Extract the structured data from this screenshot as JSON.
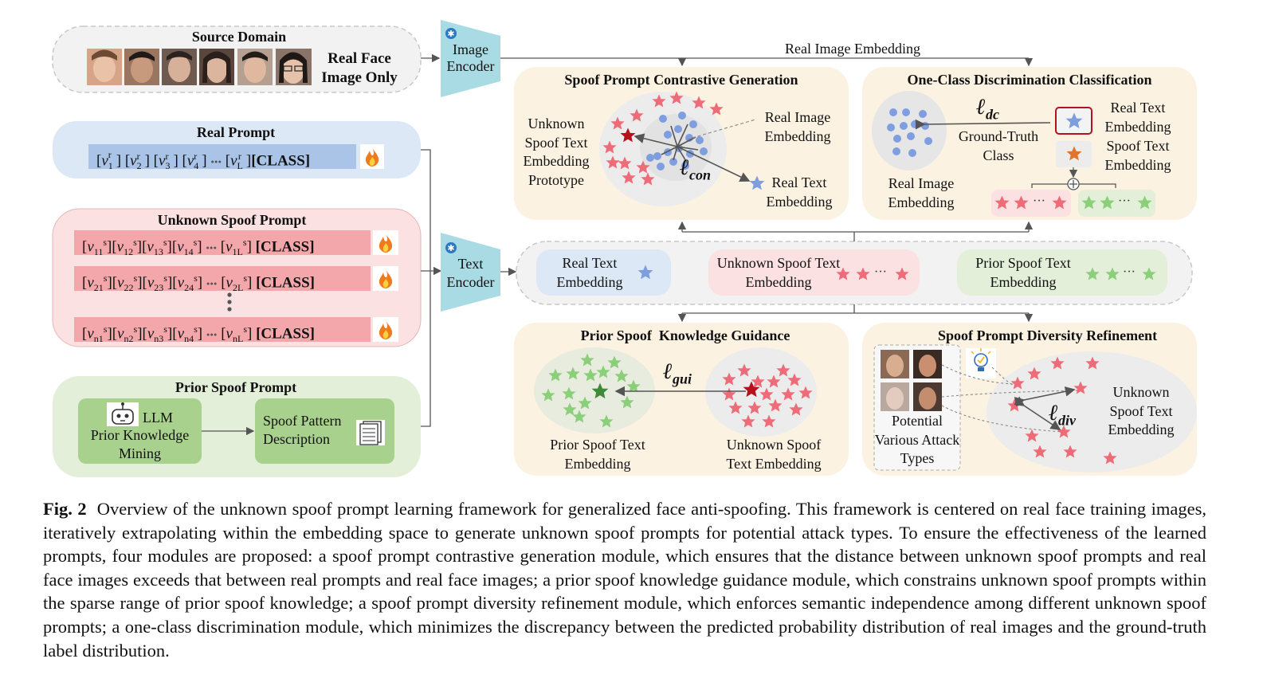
{
  "source_domain": {
    "title": "Source Domain",
    "note": "Real Face Image Only",
    "face_count": 6
  },
  "image_encoder": {
    "label": "Image Encoder"
  },
  "text_encoder": {
    "label": "Text Encoder"
  },
  "real_image_embedding_top": "Real Image Embedding",
  "real_prompt": {
    "title": "Real Prompt",
    "tokens": [
      "v1r",
      "v2r",
      "v3r",
      "v4r",
      "vLr"
    ],
    "class_token": "[CLASS]"
  },
  "unknown_spoof_prompt": {
    "title": "Unknown Spoof Prompt",
    "rows": [
      {
        "prefix": "1",
        "class_token": "[CLASS]"
      },
      {
        "prefix": "2",
        "class_token": "[CLASS]"
      },
      {
        "prefix": "n",
        "class_token": "[CLASS]"
      }
    ]
  },
  "prior_spoof_prompt": {
    "title": "Prior Spoof Prompt",
    "llm_box": "LLM Prior Knowledge Mining",
    "llm_word": "LLM",
    "llm_rest": "Prior Knowledge Mining",
    "spoof_pattern": "Spoof Pattern Description"
  },
  "contrastive": {
    "title": "Spoof Prompt Contrastive Generation",
    "prototype_label": "Unknown Spoof Text Embedding Prototype",
    "real_image_label": "Real Image Embedding",
    "real_text_label": "Real Text Embedding",
    "loss": "ℓ",
    "loss_sub": "con"
  },
  "one_class": {
    "title": "One-Class Discrimination Classification",
    "real_image_label": "Real Image Embedding",
    "gt_label": "Ground-Truth Class",
    "real_text_label": "Real Text Embedding",
    "spoof_text_label": "Spoof Text Embedding",
    "loss": "ℓ",
    "loss_sub": "dc"
  },
  "embeddings_row": {
    "real_text": "Real Text Embedding",
    "unknown_spoof": "Unknown Spoof Text Embedding",
    "prior_spoof": "Prior Spoof Text Embedding"
  },
  "guidance": {
    "title": "Prior Spoof  Knowledge Guidance",
    "prior_label": "Prior Spoof Text Embedding",
    "unknown_label": "Unknown Spoof Text Embedding",
    "loss": "ℓ",
    "loss_sub": "gui"
  },
  "diversity": {
    "title": "Spoof Prompt Diversity Refinement",
    "attack_label": "Potential Various Attack Types",
    "unknown_label": "Unknown Spoof Text Embedding",
    "loss": "ℓ",
    "loss_sub": "div"
  },
  "ellipsis": "•••",
  "dots": "···",
  "colors": {
    "blue_panel": "#dce8f5",
    "blue_bar": "#a9c4e6",
    "pink_panel": "#fbe1e1",
    "pink_bar": "#f4a7ab",
    "green_panel": "#e3efd9",
    "green_box": "#a9d18e",
    "beige_panel": "#fbf2e2",
    "encoder": "#a8dbe3",
    "red_star": "#ee6b78",
    "dark_red_star": "#b5121b",
    "green_star": "#8ccf7a",
    "dark_green_star": "#3f8a3a",
    "blue_dot": "#7f9edf"
  },
  "caption": {
    "label": "Fig. 2",
    "text": "Overview of the unknown spoof prompt learning framework for generalized face anti-spoofing. This framework is centered on real face training images, iteratively extrapolating within the embedding space to generate unknown spoof prompts for potential attack types. To ensure the effectiveness of the learned prompts, four modules are proposed: a spoof prompt contrastive generation module, which ensures that the distance between unknown spoof prompts and real face images exceeds that between real prompts and real face images; a prior spoof knowledge guidance module, which constrains unknown spoof prompts within the sparse range of prior spoof knowledge; a spoof prompt diversity refinement module, which enforces semantic independence among different unknown spoof prompts; a one-class discrimination module, which minimizes the discrepancy between the predicted probability distribution of real images and the ground-truth label distribution."
  }
}
